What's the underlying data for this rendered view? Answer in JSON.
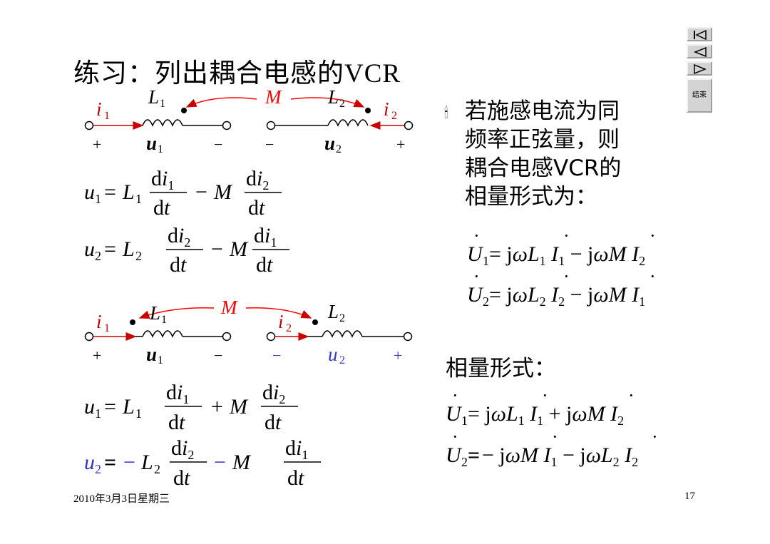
{
  "slide": {
    "title": "练习：列出耦合电感的VCR",
    "date": "2010年3月3日星期三",
    "page_number": "17"
  },
  "nav": {
    "first_icon": "first-slide-icon",
    "prev_icon": "prev-slide-icon",
    "next_icon": "next-slide-icon",
    "end_label": "结束"
  },
  "right_text": {
    "bullet_icon": "candle-bullet-icon",
    "line1": "若施感电流为同",
    "line2": "频率正弦量，则",
    "line3": "耦合电感VCR的",
    "line4": "相量形式为：",
    "phasor_heading": "相量形式："
  },
  "circuit": {
    "mutual_label": "M",
    "L1_sub": "1",
    "L2_sub": "2",
    "colors": {
      "current": "#c00000",
      "mutual": "#ff0000",
      "u2_blue": "#3333cc"
    }
  }
}
